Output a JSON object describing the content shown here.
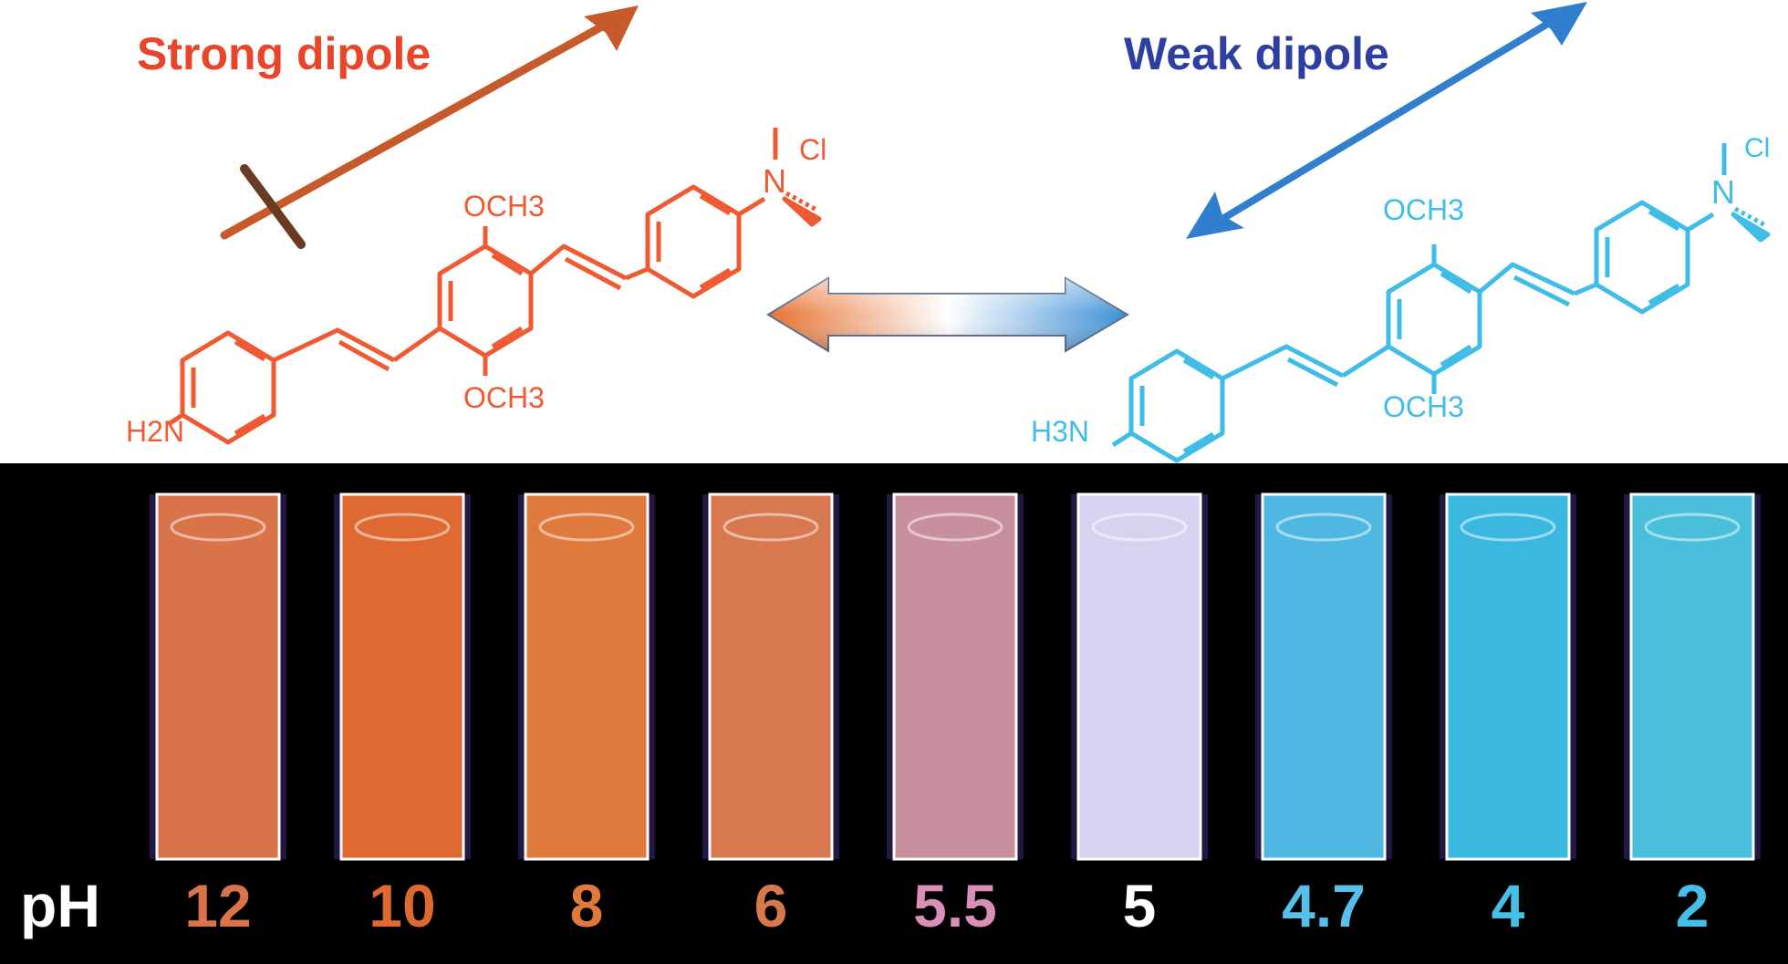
{
  "titles": {
    "strong": "Strong dipole",
    "weak": "Weak dipole"
  },
  "colors": {
    "strong": "#e8452a",
    "weak": "#2f3f9e",
    "molecule_orange": "#f05a32",
    "molecule_blue": "#3fbde6",
    "panel_bg": "#000000"
  },
  "molecule_left": {
    "amine": "H2N",
    "methoxy_top": "OCH3",
    "methoxy_bottom": "OCH3",
    "ammonium": "N",
    "counterion": "Cl"
  },
  "molecule_right": {
    "amine": "H3N",
    "methoxy_top": "OCH3",
    "methoxy_bottom": "OCH3",
    "ammonium": "N",
    "counterion": "Cl"
  },
  "ph_label": "pH",
  "cuvettes": [
    {
      "ph": "12",
      "fill": "#d9734a",
      "text": "#d9734a"
    },
    {
      "ph": "10",
      "fill": "#de6a32",
      "text": "#de6a32"
    },
    {
      "ph": "8",
      "fill": "#e07a3c",
      "text": "#e07a3c"
    },
    {
      "ph": "6",
      "fill": "#d7784f",
      "text": "#d7784f"
    },
    {
      "ph": "5.5",
      "fill": "#c8909c",
      "text": "#d98fb6"
    },
    {
      "ph": "5",
      "fill": "#d7d2ef",
      "text": "#ffffff"
    },
    {
      "ph": "4.7",
      "fill": "#4fb8e2",
      "text": "#56c0ea"
    },
    {
      "ph": "4",
      "fill": "#3ab8e0",
      "text": "#46bfe6"
    },
    {
      "ph": "2",
      "fill": "#49bfdc",
      "text": "#46bfe6"
    }
  ]
}
